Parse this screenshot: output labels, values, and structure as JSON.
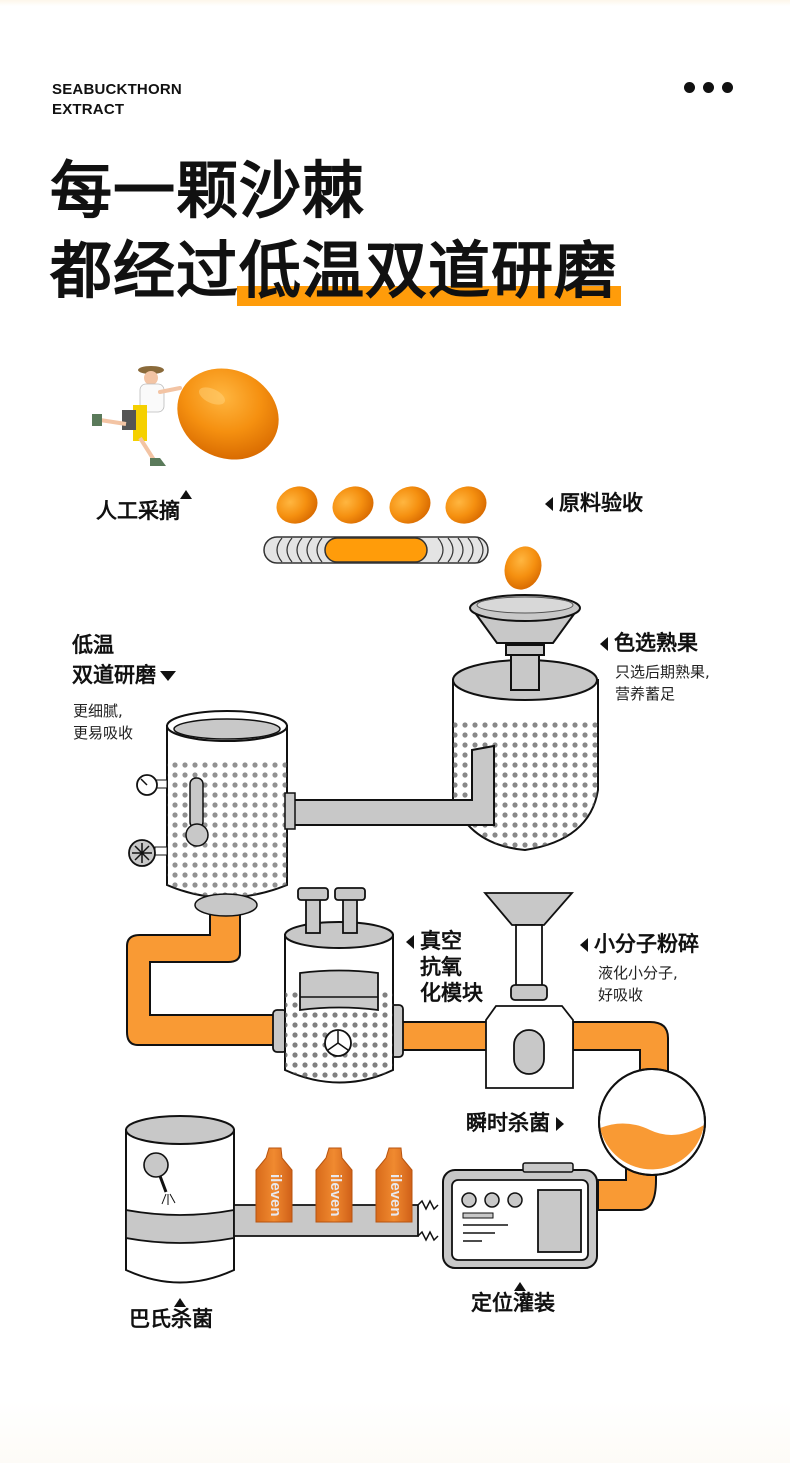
{
  "brand": {
    "line1": "SEABUCKTHORN",
    "line2": "EXTRACT"
  },
  "menu_icon": "more-dots-icon",
  "title": {
    "line1": "每一颗沙棘",
    "line2_plain": "都经过",
    "line2_highlight": "低温双道研磨"
  },
  "colors": {
    "accent": "#ff9c0a",
    "pipe_orange": "#f99a34",
    "machine_gray": "#c8c8c8",
    "berry_orange": "#f39012",
    "text": "#111111"
  },
  "steps": [
    {
      "id": "harvest",
      "label": "人工采摘",
      "arrow": "up"
    },
    {
      "id": "inspection",
      "label": "原料验收",
      "arrow": "left"
    },
    {
      "id": "sorting",
      "label": "色选熟果",
      "arrow": "left",
      "desc": [
        "只选后期熟果,",
        "营养蓄足"
      ]
    },
    {
      "id": "grinding",
      "label_lines": [
        "低温",
        "双道研磨"
      ],
      "arrow": "down",
      "desc": [
        "更细腻,",
        "更易吸收"
      ]
    },
    {
      "id": "vacuum",
      "label_lines": [
        "真空",
        "抗氧",
        "化模块"
      ],
      "arrow": "left"
    },
    {
      "id": "micronize",
      "label": "小分子粉碎",
      "arrow": "left",
      "desc": [
        "液化小分子,",
        "好吸收"
      ]
    },
    {
      "id": "flash_sterilize",
      "label": "瞬时杀菌",
      "arrow": "right"
    },
    {
      "id": "filling",
      "label": "定位灌装",
      "arrow": "up"
    },
    {
      "id": "pasteurize",
      "label": "巴氏杀菌",
      "arrow": "up"
    }
  ],
  "product": {
    "brand_text": "ileven",
    "count": 3
  }
}
